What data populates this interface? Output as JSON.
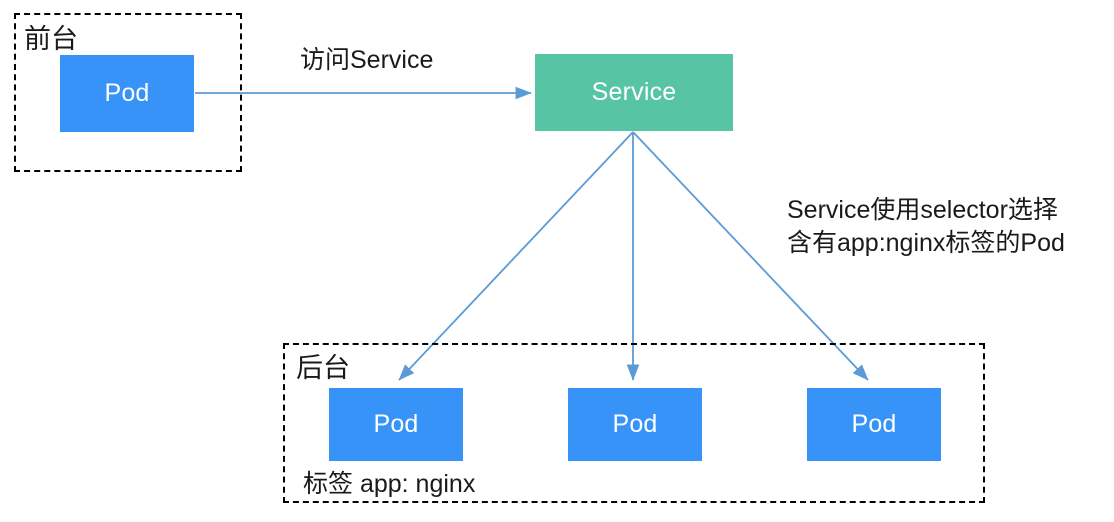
{
  "diagram": {
    "title": "Kubernetes Service selector diagram",
    "colors": {
      "pod_fill": "#3893f8",
      "service_fill": "#57c4a3",
      "arrow": "#5b9bd5",
      "group_border": "#000000",
      "text": "#1a1a1a",
      "node_text": "#ffffff"
    },
    "groups": [
      {
        "id": "frontend-group",
        "label": "前台"
      },
      {
        "id": "backend-group",
        "label": "后台"
      }
    ],
    "nodes": [
      {
        "id": "frontend-pod",
        "label": "Pod",
        "kind": "pod"
      },
      {
        "id": "service",
        "label": "Service",
        "kind": "service"
      },
      {
        "id": "backend-pod-1",
        "label": "Pod",
        "kind": "pod"
      },
      {
        "id": "backend-pod-2",
        "label": "Pod",
        "kind": "pod"
      },
      {
        "id": "backend-pod-3",
        "label": "Pod",
        "kind": "pod"
      }
    ],
    "edges": [
      {
        "id": "edge-access-service",
        "label": "访问Service",
        "from": "frontend-pod",
        "to": "service"
      },
      {
        "id": "edge-service-pod-1",
        "label": "",
        "from": "service",
        "to": "backend-pod-1"
      },
      {
        "id": "edge-service-pod-2",
        "label": "",
        "from": "service",
        "to": "backend-pod-2"
      },
      {
        "id": "edge-service-pod-3",
        "label": "",
        "from": "service",
        "to": "backend-pod-3"
      }
    ],
    "annotation": {
      "line1": "Service使用selector选择",
      "line2": "含有app:nginx标签的Pod"
    },
    "backend_label": "标签 app: nginx"
  }
}
